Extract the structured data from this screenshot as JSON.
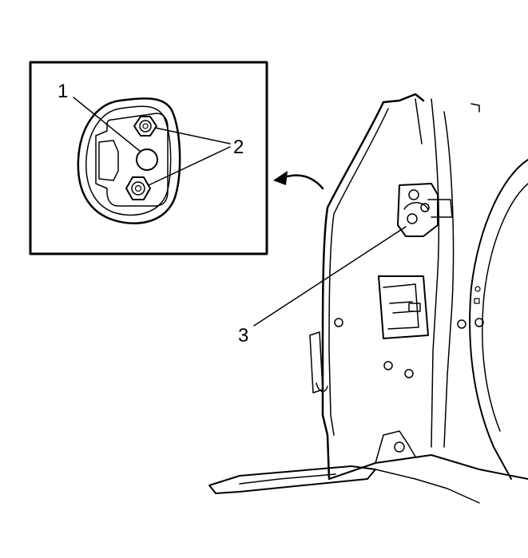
{
  "callouts": {
    "one": "1",
    "two": "2",
    "three": "3"
  },
  "colors": {
    "line": "#000000",
    "background": "#ffffff"
  }
}
